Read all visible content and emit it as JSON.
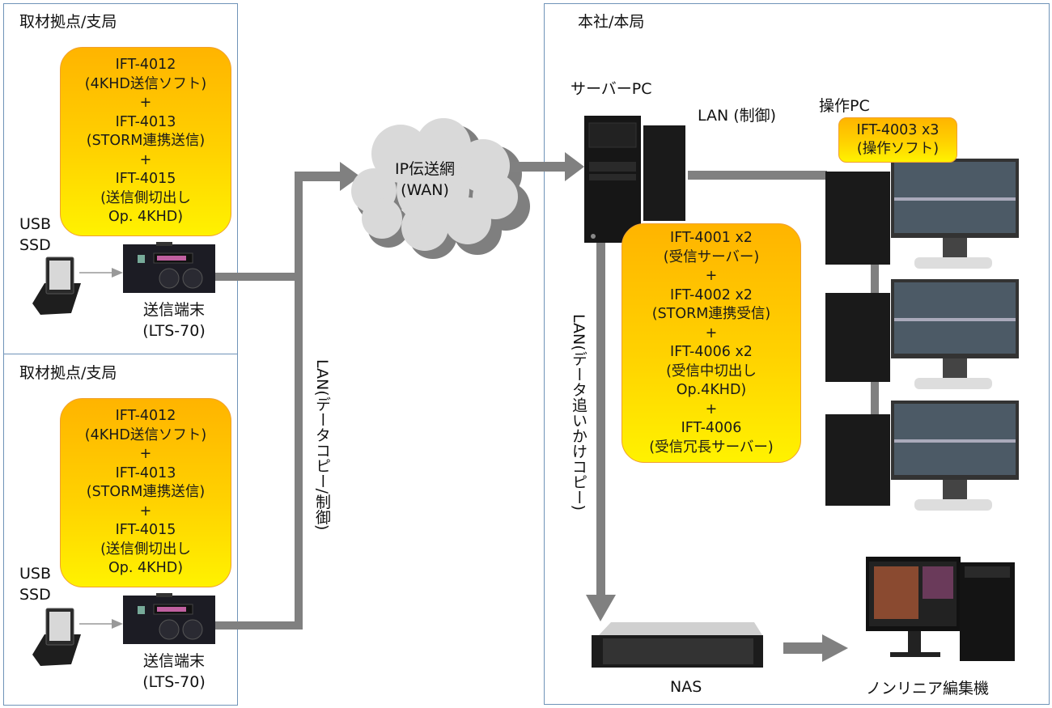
{
  "branch_sites": [
    {
      "title": "取材拠点/支局",
      "software_box": {
        "lines": [
          "IFT-4012",
          "(4KHD送信ソフト)",
          "+",
          "IFT-4013",
          "(STORM連携送信)",
          "+",
          "IFT-4015",
          "(送信側切出し",
          "Op. 4KHD)"
        ]
      },
      "storage_label_line1": "USB",
      "storage_label_line2": "SSD",
      "terminal_label_line1": "送信端末",
      "terminal_label_line2": "(LTS-70)"
    },
    {
      "title": "取材拠点/支局",
      "software_box": {
        "lines": [
          "IFT-4012",
          "(4KHD送信ソフト)",
          "+",
          "IFT-4013",
          "(STORM連携送信)",
          "+",
          "IFT-4015",
          "(送信側切出し",
          "Op. 4KHD)"
        ]
      },
      "storage_label_line1": "USB",
      "storage_label_line2": "SSD",
      "terminal_label_line1": "送信端末",
      "terminal_label_line2": "(LTS-70)"
    }
  ],
  "wan": {
    "line1": "IP伝送網",
    "line2": "(WAN)"
  },
  "lan_copy_label": "LAN(データコピー/制御)",
  "headquarters": {
    "title": "本社/本局",
    "server_pc_label": "サーバーPC",
    "lan_control_label": "LAN (制御)",
    "operator_pc_label": "操作PC",
    "operator_box": {
      "lines": [
        "IFT-4003 x3",
        "(操作ソフト)"
      ]
    },
    "server_box": {
      "lines": [
        "IFT-4001 x2",
        "(受信サーバー)",
        "+",
        "IFT-4002 x2",
        "(STORM連携受信)",
        "+",
        "IFT-4006 x2",
        "(受信中切出し",
        "Op.4KHD)",
        "+",
        "IFT-4006",
        "(受信冗長サーバー)"
      ]
    },
    "lan_chase_label": "LAN(データ追いかけコピー)",
    "nas_label": "NAS",
    "editor_label": "ノンリニア編集機"
  },
  "colors": {
    "frame": "#6f93b8",
    "connector": "#808080",
    "box_top": "#ffb400",
    "box_bottom": "#fff200",
    "cloud": "#d9d9d9",
    "cloud_shadow": "#7f7f7f"
  }
}
